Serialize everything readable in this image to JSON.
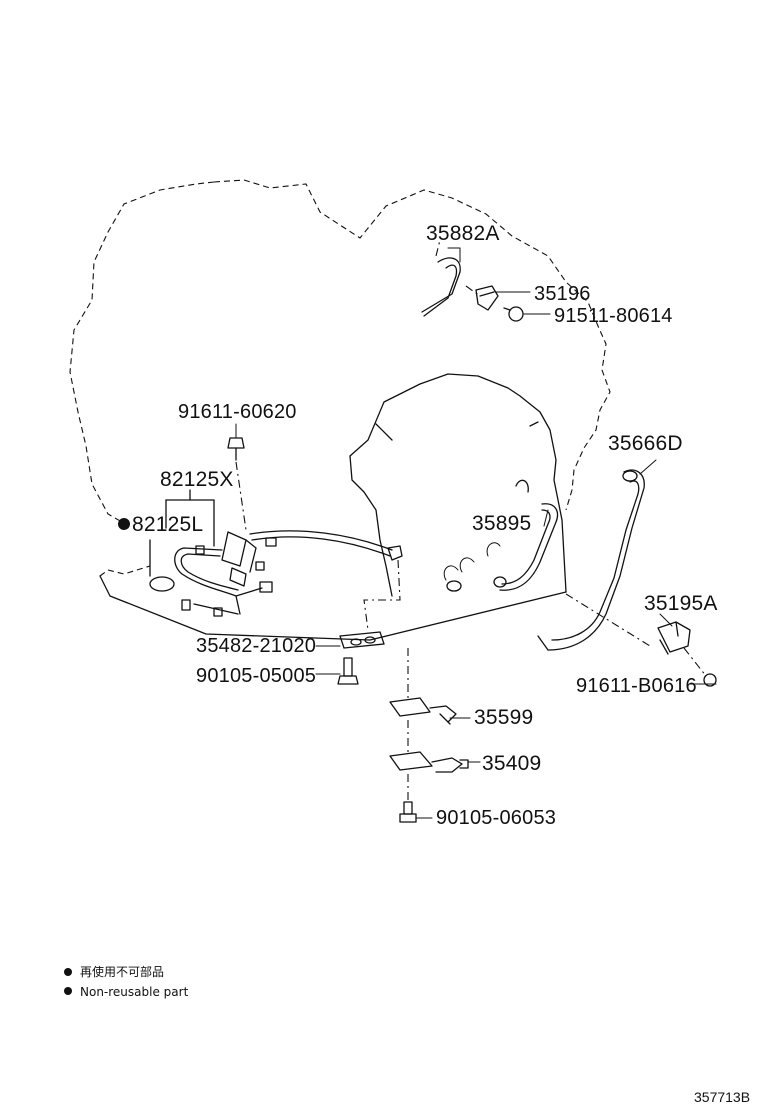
{
  "labels": {
    "p35882A": "35882A",
    "p35196": "35196",
    "p91511_80614": "91511-80614",
    "p91611_60620": "91611-60620",
    "p82125X": "82125X",
    "p82125L": "82125L",
    "p35666D": "35666D",
    "p35895": "35895",
    "p35195A": "35195A",
    "p35482_21020": "35482-21020",
    "p90105_05005": "90105-05005",
    "p91611_B0616": "91611-B0616",
    "p35599": "35599",
    "p35409": "35409",
    "p90105_06053": "90105-06053"
  },
  "legend": {
    "line1": "再使用不可部品",
    "line2": "Non-reusable part"
  },
  "diagram_code": "357713B",
  "colors": {
    "ink": "#111111",
    "paper": "#ffffff"
  }
}
